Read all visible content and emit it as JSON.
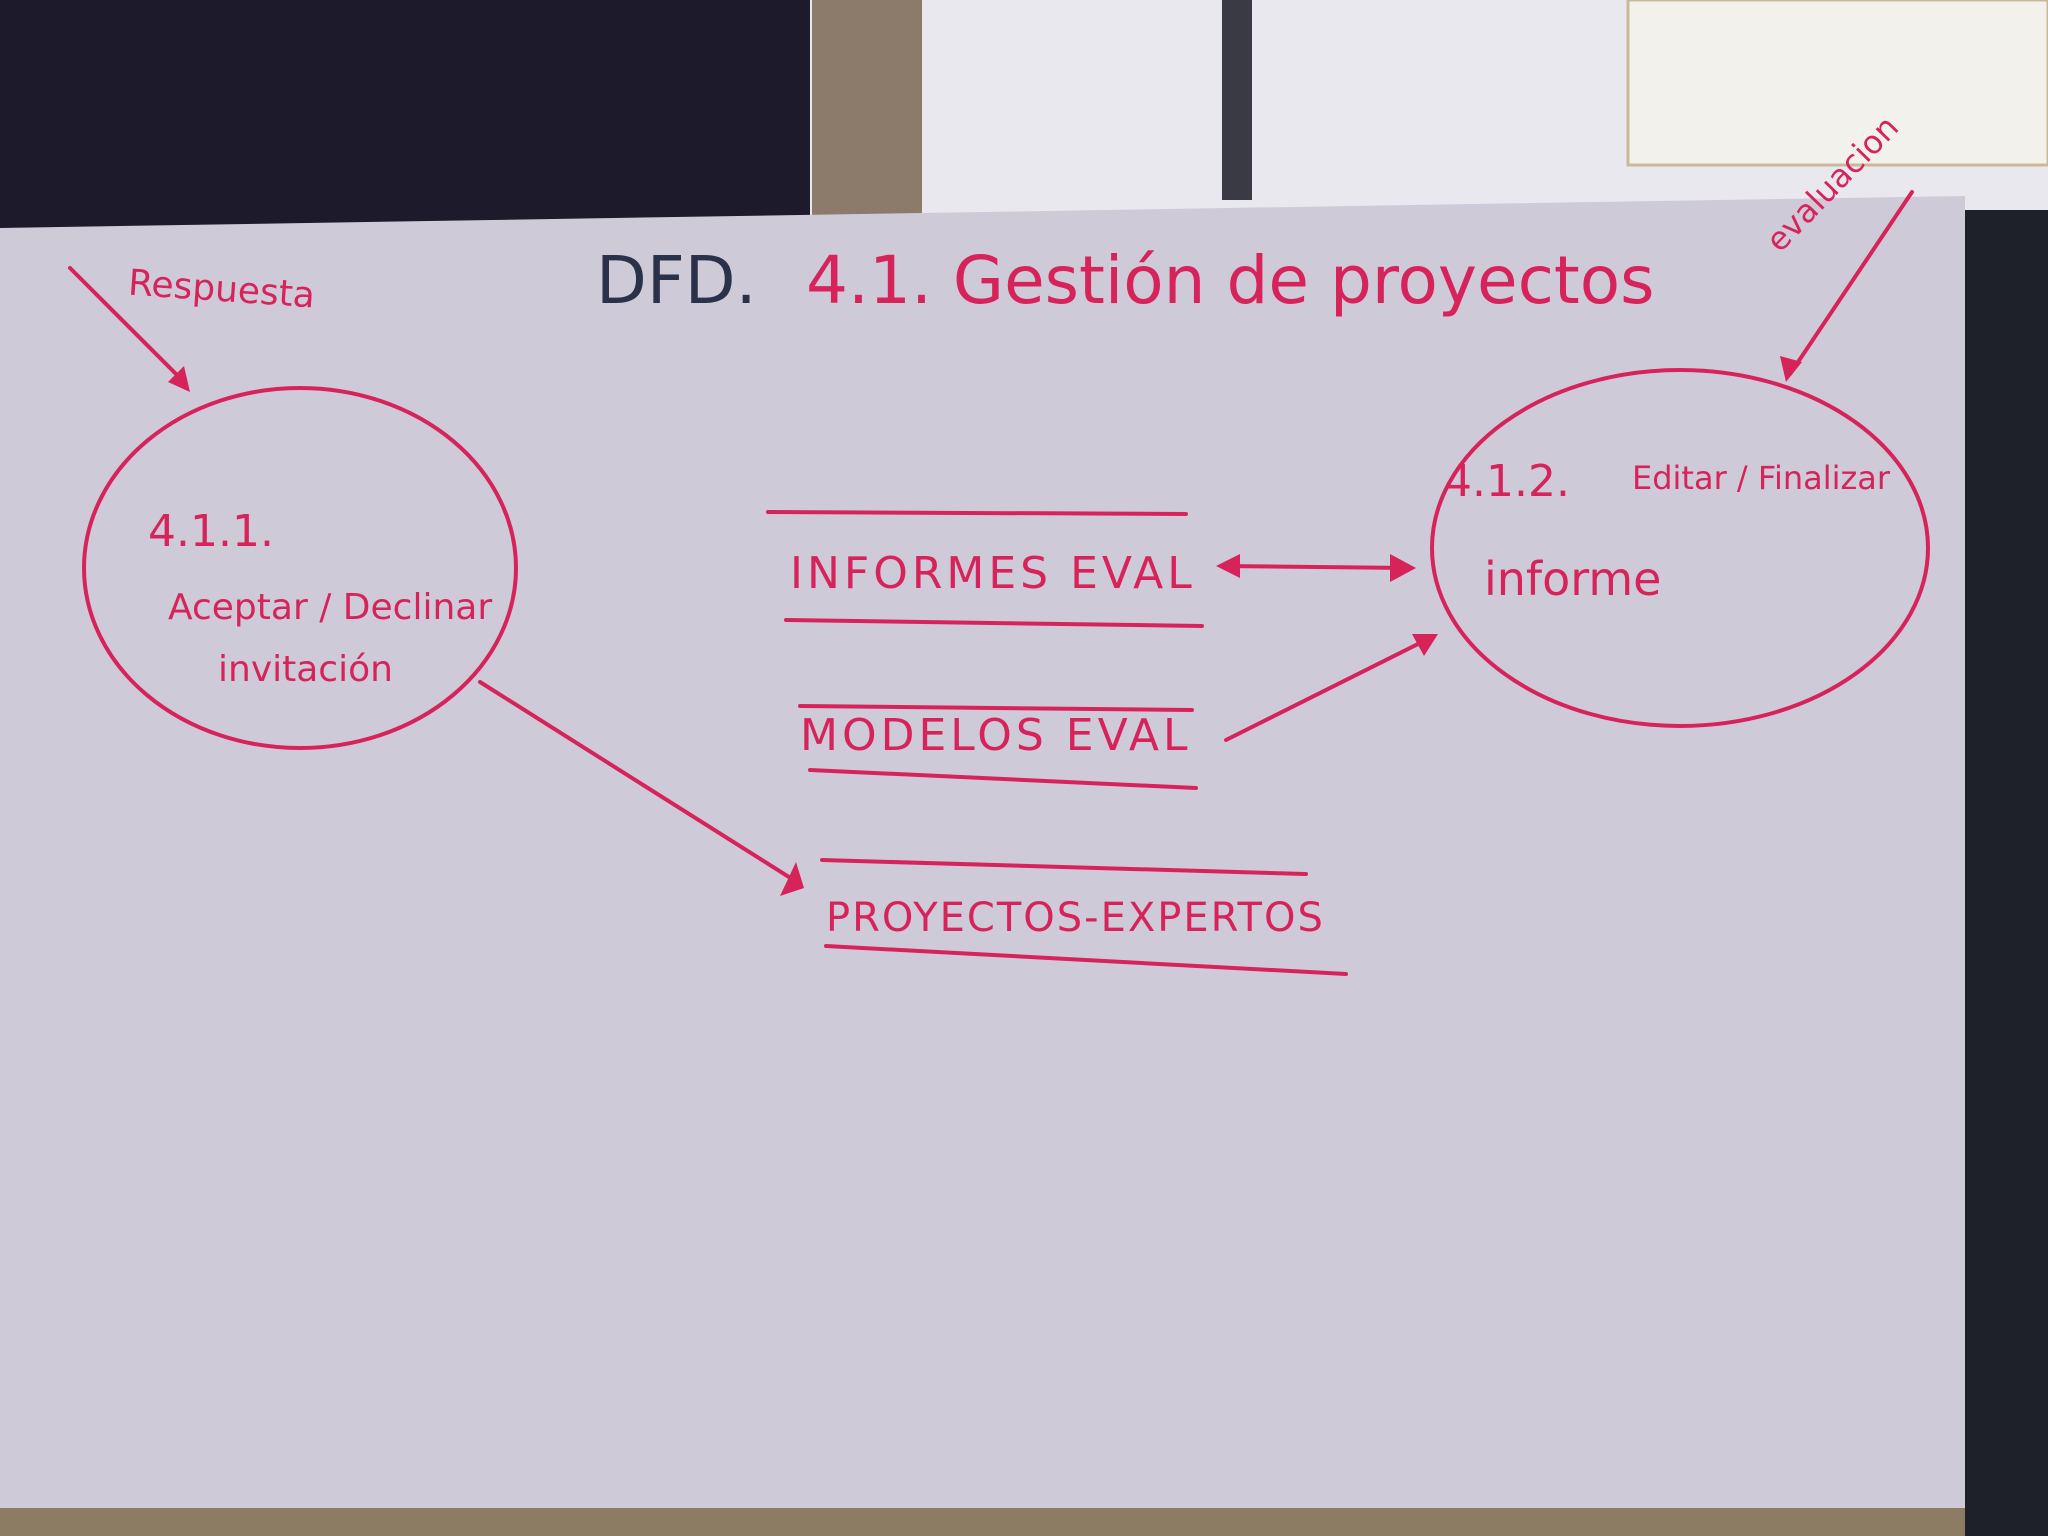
{
  "title": {
    "prefix": "DFD.",
    "name": "4.1. Gestión de proyectos"
  },
  "external_flows": {
    "left": "Respuesta",
    "right": "evaluacion"
  },
  "processes": [
    {
      "id": "4.1.1.",
      "line1": "Aceptar / Declinar",
      "line2": "invitación"
    },
    {
      "id": "4.1.2.",
      "line1": "Editar / Finalizar",
      "line2": "informe"
    }
  ],
  "data_stores": [
    "INFORMES EVAL",
    "MODELOS EVAL",
    "PROYECTOS-EXPERTOS"
  ],
  "colors": {
    "board": "#cfcad8",
    "marker_red": "#d6245b",
    "marker_black": "#2a3148",
    "background_dark": "#1c1a2b"
  }
}
